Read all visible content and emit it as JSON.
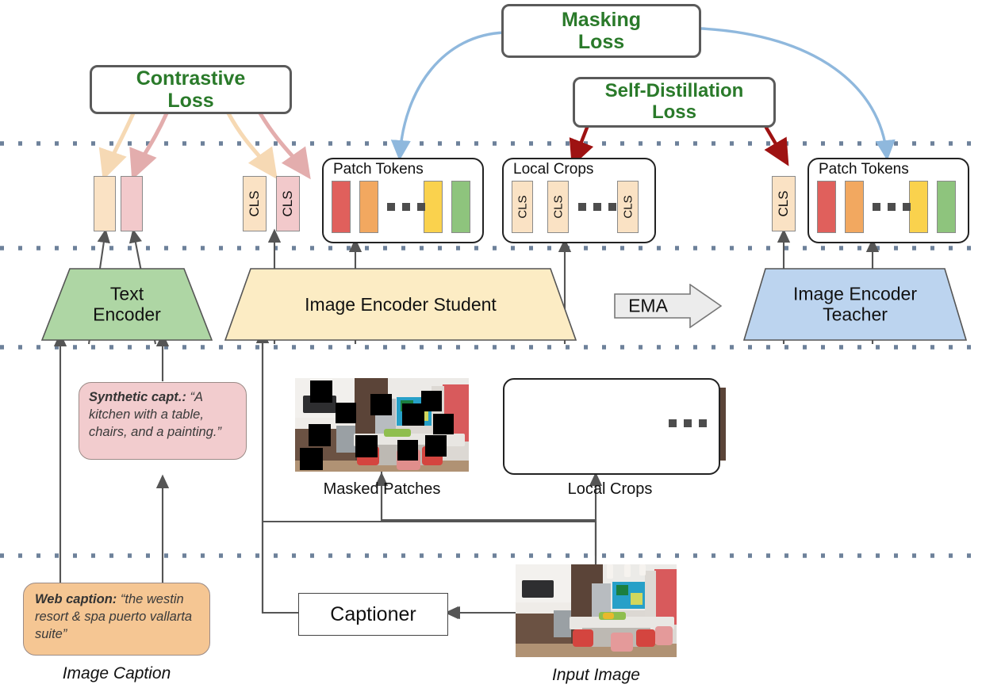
{
  "title": "Vision-language self-distillation training diagram",
  "losses": [
    {
      "id": "contrastive",
      "line1": "Contrastive",
      "line2": "Loss"
    },
    {
      "id": "masking",
      "line1": "Masking",
      "line2": "Loss"
    },
    {
      "id": "self_distillation",
      "line1": "Self-Distillation",
      "line2": "Loss"
    }
  ],
  "encoders": [
    {
      "id": "text_encoder",
      "line1": "Text",
      "line2": "Encoder",
      "color": "#aed6a4"
    },
    {
      "id": "image_encoder_student",
      "line1": "Image Encoder Student",
      "line2": "",
      "color": "#fcecc4"
    },
    {
      "id": "image_encoder_teacher",
      "line1": "Image Encoder",
      "line2": "Teacher",
      "color": "#bcd4ef"
    }
  ],
  "ema": {
    "label": "EMA"
  },
  "groups": {
    "student_patch_tokens": {
      "title": "Patch Tokens"
    },
    "local_crops_tokens": {
      "title": "Local Crops"
    },
    "teacher_patch_tokens": {
      "title": "Patch Tokens"
    },
    "local_crops_images": {
      "title": ""
    }
  },
  "tokens": {
    "text_embed_left": {
      "label": ""
    },
    "text_embed_right": {
      "label": ""
    },
    "cls_text": {
      "label": "CLS"
    },
    "cls_student": {
      "label": "CLS"
    },
    "cls_teacher": {
      "label": "CLS"
    },
    "local_crop_cls": [
      {
        "label": "CLS"
      },
      {
        "label": "CLS"
      },
      {
        "label": "CLS"
      }
    ],
    "patch_colors": [
      "#e0605c",
      "#f2a860",
      "#fad24d",
      "#8ec47d"
    ]
  },
  "captions": {
    "synthetic": {
      "prefix": "Synthetic capt.:",
      "text": "“A kitchen with a table, chairs, and a painting.”"
    },
    "web": {
      "prefix": "Web caption:",
      "text": "“the westin resort & spa puerto vallarta suite”"
    }
  },
  "captioner": {
    "label": "Captioner"
  },
  "undercaptions": {
    "masked_patches": "Masked Patches",
    "local_crops": "Local Crops",
    "image_caption": "Image Caption",
    "input_image": "Input Image"
  },
  "ellipsis": {
    "glyph": "· · ·"
  },
  "colors": {
    "loss_text": "#2a7a2a",
    "loss_border": "#5a5a5a",
    "dotted_rule": "#6d819a",
    "masking_arrow": "#8fb8dd",
    "distillation_arrow": "#9e1212",
    "contrastive_arrow_cream": "#f6d9b4",
    "contrastive_arrow_pink": "#e3adad",
    "token_cream": "#fae2c4",
    "token_pink": "#f2c9cb",
    "text_encoder": "#aed6a4",
    "student_encoder": "#fcecc4",
    "teacher_encoder": "#bcd4ef",
    "synthetic_bubble": "#f2ccce",
    "web_bubble": "#f5c693",
    "connector": "#555555"
  }
}
